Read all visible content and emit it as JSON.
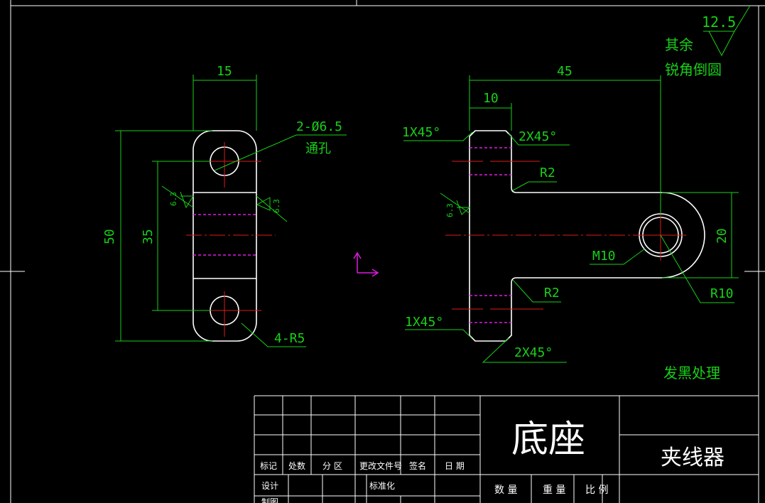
{
  "drawing": {
    "roughness": {
      "label": "其余",
      "value": "12.5"
    },
    "note_chamfer": "锐角倒圆",
    "note_finish": "发黑处理",
    "front_view": {
      "dim_width": "15",
      "dim_total_height": "50",
      "dim_hole_spacing": "35",
      "hole_callout": "2-Ø6.5",
      "hole_type": "通孔",
      "corner_radius": "4-R5",
      "roughness_left": "6.3",
      "roughness_right": "6.3"
    },
    "side_view": {
      "dim_length": "45",
      "dim_flange": "10",
      "chamfer_tl": "1X45°",
      "chamfer_tr": "2X45°",
      "chamfer_bl": "1X45°",
      "chamfer_br": "2X45°",
      "fillet_top": "R2",
      "fillet_bottom": "R2",
      "thread": "M10",
      "end_radius": "R10",
      "dim_arm_width": "20",
      "roughness": "6.3"
    }
  },
  "title_block": {
    "part_name": "底座",
    "assembly_name": "夹线器",
    "col_headers": [
      "标记",
      "处数",
      "分 区",
      "更改文件号",
      "签名",
      "日 期"
    ],
    "row_design": "设计",
    "row_standard": "标准化",
    "row_draw": "制图",
    "qty_label": "数 量",
    "weight_label": "重 量",
    "scale_label": "比 例"
  }
}
